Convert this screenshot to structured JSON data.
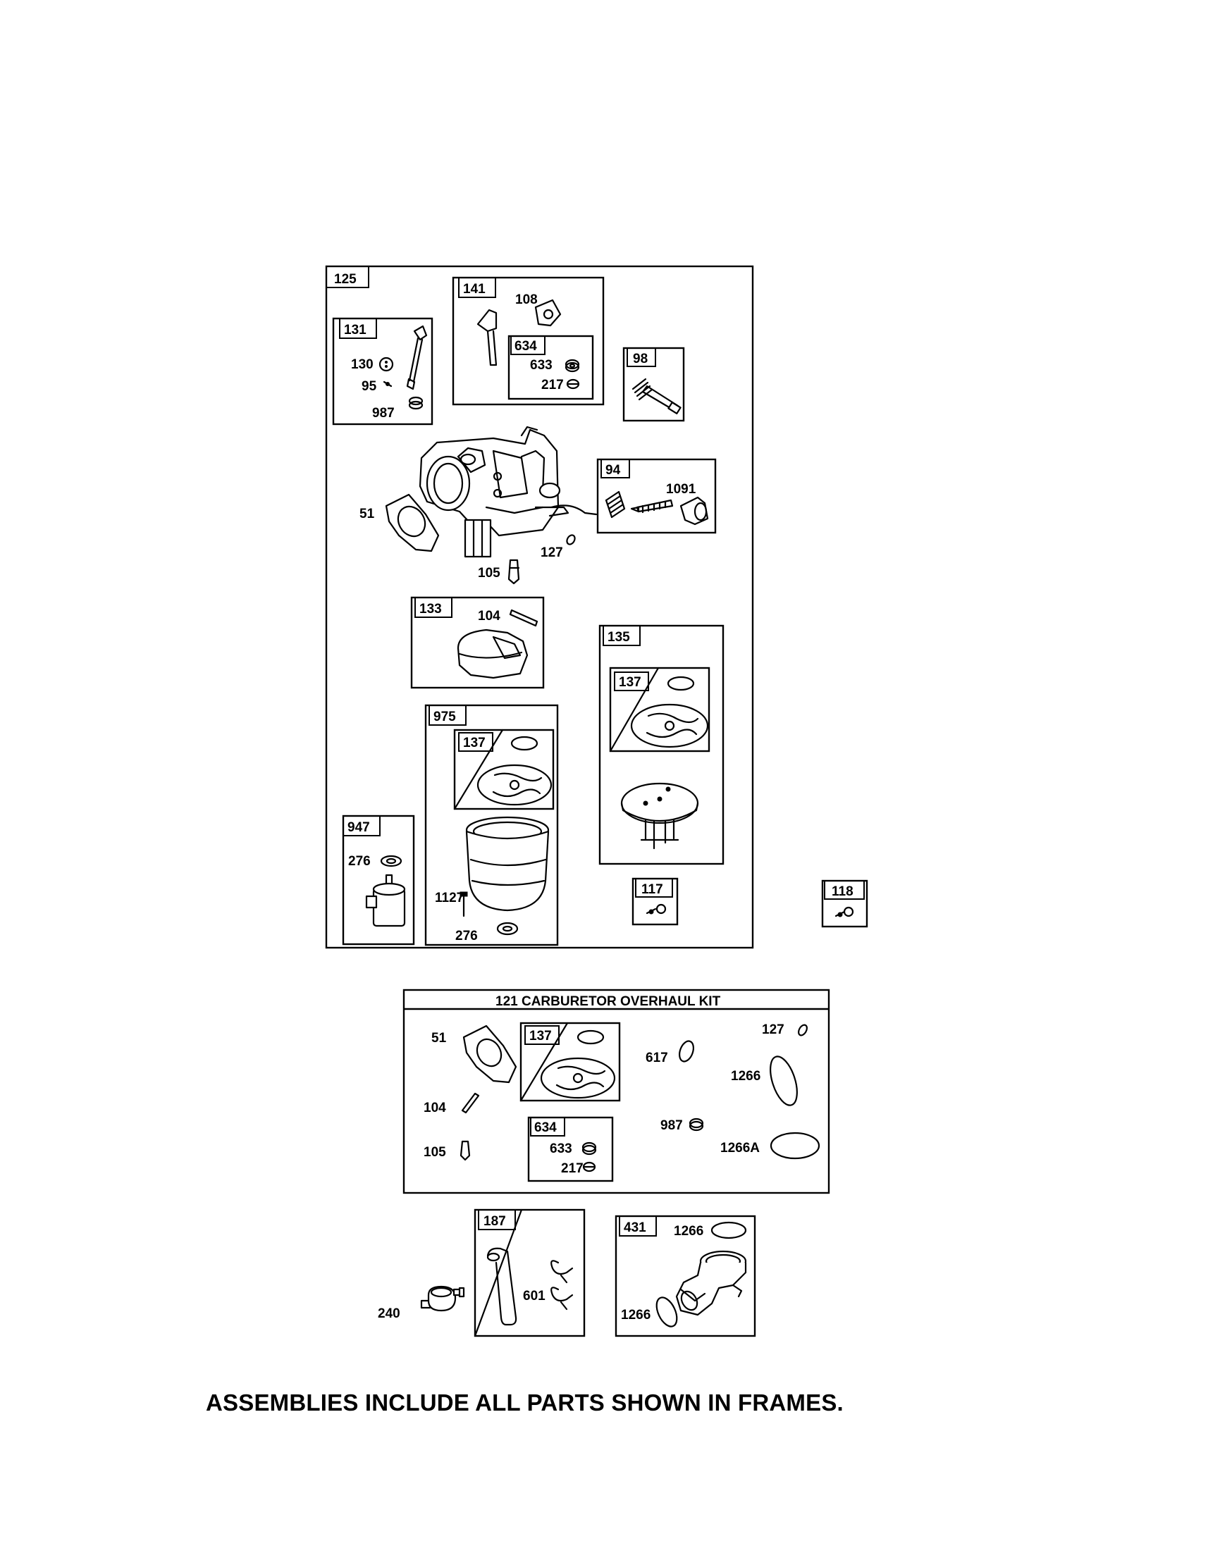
{
  "frames": {
    "f125": "125",
    "f141": "141",
    "f131": "131",
    "f634a": "634",
    "f98": "98",
    "f94": "94",
    "f133": "133",
    "f135": "135",
    "f137a": "137",
    "f975": "975",
    "f137b": "137",
    "f947": "947",
    "f117": "117",
    "f118": "118",
    "f137c": "137",
    "f634b": "634",
    "f187": "187",
    "f431": "431"
  },
  "labels": {
    "p108": "108",
    "p633a": "633",
    "p217a": "217",
    "p130": "130",
    "p95": "95",
    "p987a": "987",
    "p1091": "1091",
    "p51a": "51",
    "p127a": "127",
    "p105a": "105",
    "p104a": "104",
    "p276a": "276",
    "p1127": "1127",
    "p276b": "276",
    "p51b": "51",
    "p104b": "104",
    "p105b": "105",
    "p617": "617",
    "p127b": "127",
    "p1266a": "1266",
    "p987b": "987",
    "p1266A": "1266A",
    "p633b": "633",
    "p217b": "217",
    "p240": "240",
    "p601": "601",
    "p1266b": "1266",
    "p1266c": "1266"
  },
  "kit_title": "121 CARBURETOR OVERHAUL KIT",
  "footer": "ASSEMBLIES INCLUDE ALL PARTS SHOWN IN FRAMES."
}
